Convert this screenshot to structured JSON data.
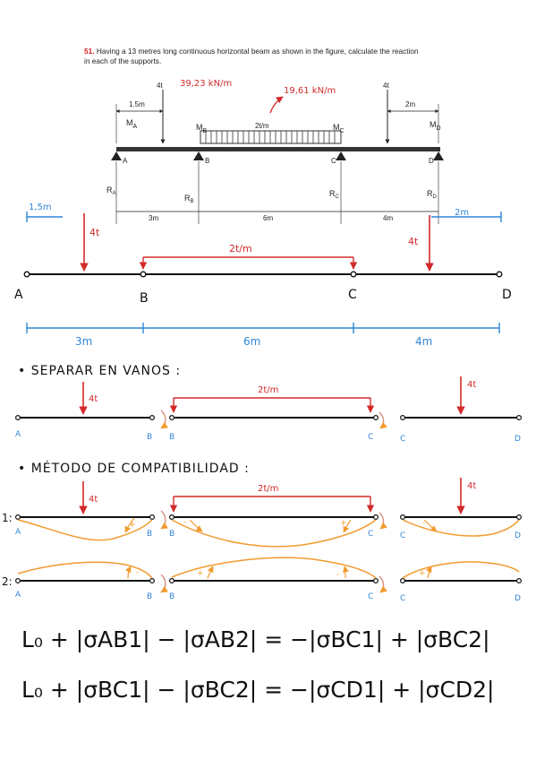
{
  "problem": {
    "number": "51.",
    "statement_line1": "Having a 13 metres long continuous horizontal beam as shown in the figure, calculate the reaction",
    "statement_line2": "in each of the supports."
  },
  "figure": {
    "load_left": "4t",
    "load_right": "4t",
    "dim_left": "1.5m",
    "dim_right": "2m",
    "dist_load": "2t/m",
    "moments": [
      "M",
      "M",
      "M",
      "M"
    ],
    "moment_subs": [
      "A",
      "B",
      "C",
      "D"
    ],
    "supports": [
      "A",
      "B",
      "C",
      "D"
    ],
    "reactions": [
      "R",
      "R",
      "R",
      "R"
    ],
    "reaction_subs": [
      "A",
      "B",
      "C",
      "D"
    ],
    "spans": [
      "3m",
      "6m",
      "4m"
    ]
  },
  "annotations": {
    "kn_left": "39,23 kN/m",
    "kn_center": "19,61 kN/m"
  },
  "model": {
    "dim_left": "1,5m",
    "dim_right": "2m",
    "load_left": "4t",
    "load_right": "4t",
    "dist_load": "2t/m",
    "nodes": [
      "A",
      "B",
      "C",
      "D"
    ],
    "spans": [
      "3m",
      "6m",
      "4m"
    ]
  },
  "section_separate": {
    "heading": "• SEPARAR EN VANOS :",
    "load_left": "4t",
    "dist_load": "2t/m",
    "load_right": "4t",
    "labels": [
      "A",
      "B",
      "B",
      "C",
      "C",
      "D"
    ]
  },
  "section_compat": {
    "heading": "• MÉTODO DE COMPATIBILIDAD :",
    "load_left": "4t",
    "dist_load": "2t/m",
    "load_right": "4t",
    "row1_label": "1:",
    "row2_label": "2:",
    "row1_labels": [
      "A",
      "B",
      "B",
      "C",
      "C",
      "D"
    ],
    "row2_labels": [
      "A",
      "B",
      "B",
      "C",
      "C",
      "D"
    ],
    "row1_signs": [
      "+",
      "-",
      "+",
      "-"
    ],
    "row2_signs": [
      "-",
      "+",
      "-",
      "+"
    ]
  },
  "equations": {
    "eq1": "L₀ + |σAB1| − |σAB2| = −|σBC1| + |σBC2|",
    "eq2": "L₀ + |σBC1| − |σBC2| = −|σCD1| + |σCD2|"
  }
}
